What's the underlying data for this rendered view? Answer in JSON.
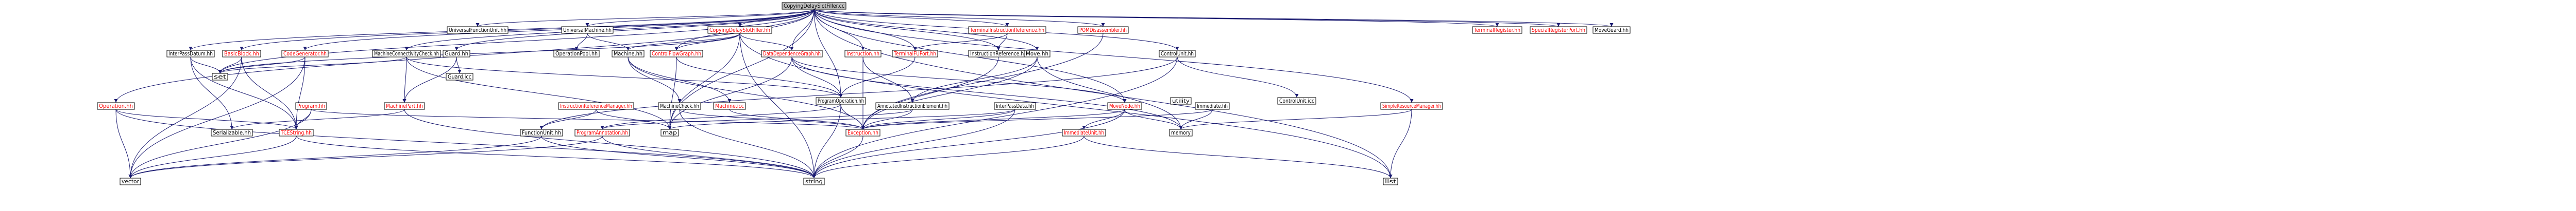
{
  "graph": {
    "root": "CopyingDelaySlotFiller.cc",
    "colors": {
      "root_fill": "#bfbfbf",
      "node_fill": "#ffffff",
      "node_stroke": "#000000",
      "linked_text": "#ff0000",
      "edge": "#191970"
    },
    "nodes": [
      {
        "id": "copyingdelayslotfiller-cc",
        "label": "CopyingDelaySlotFiller.cc",
        "kind": "root"
      },
      {
        "id": "universalfunctionunit-hh",
        "label": "UniversalFunctionUnit.hh",
        "kind": "plain"
      },
      {
        "id": "universalmachine-hh",
        "label": "UniversalMachine.hh",
        "kind": "plain"
      },
      {
        "id": "copyingdelayslotfiller-hh",
        "label": "CopyingDelaySlotFiller.hh",
        "kind": "linked"
      },
      {
        "id": "terminalinstructionreference-hh",
        "label": "TerminalInstructionReference.hh",
        "kind": "linked"
      },
      {
        "id": "pomdisassembler-hh",
        "label": "POMDisassembler.hh",
        "kind": "linked"
      },
      {
        "id": "terminalregister-hh",
        "label": "TerminalRegister.hh",
        "kind": "linked"
      },
      {
        "id": "specialregisterport-hh",
        "label": "SpecialRegisterPort.hh",
        "kind": "linked"
      },
      {
        "id": "moveguard-hh",
        "label": "MoveGuard.hh",
        "kind": "plain"
      },
      {
        "id": "interpassdatum-hh",
        "label": "InterPassDatum.hh",
        "kind": "plain"
      },
      {
        "id": "basicblock-hh",
        "label": "BasicBlock.hh",
        "kind": "linked"
      },
      {
        "id": "codegenerator-hh",
        "label": "CodeGenerator.hh",
        "kind": "linked"
      },
      {
        "id": "machineconnectivitycheck-hh",
        "label": "MachineConnectivityCheck.hh",
        "kind": "plain"
      },
      {
        "id": "guard-hh",
        "label": "Guard.hh",
        "kind": "plain"
      },
      {
        "id": "operationpool-hh",
        "label": "OperationPool.hh",
        "kind": "plain"
      },
      {
        "id": "machine-hh",
        "label": "Machine.hh",
        "kind": "plain"
      },
      {
        "id": "controlflowgraph-hh",
        "label": "ControlFlowGraph.hh",
        "kind": "linked"
      },
      {
        "id": "datadependencegraph-hh",
        "label": "DataDependenceGraph.hh",
        "kind": "linked"
      },
      {
        "id": "terminalfuport-hh",
        "label": "TerminalFUPort.hh",
        "kind": "linked"
      },
      {
        "id": "instruction-hh",
        "label": "Instruction.hh",
        "kind": "linked"
      },
      {
        "id": "instructionreference-hh",
        "label": "InstructionReference.hh",
        "kind": "plain"
      },
      {
        "id": "move-hh",
        "label": "Move.hh",
        "kind": "plain"
      },
      {
        "id": "controlunit-hh",
        "label": "ControlUnit.hh",
        "kind": "plain"
      },
      {
        "id": "operation-hh",
        "label": "Operation.hh",
        "kind": "linked"
      },
      {
        "id": "set",
        "label": "set",
        "kind": "plain"
      },
      {
        "id": "program-hh",
        "label": "Program.hh",
        "kind": "linked"
      },
      {
        "id": "machinepart-hh",
        "label": "MachinePart.hh",
        "kind": "linked"
      },
      {
        "id": "guard-icc",
        "label": "Guard.icc",
        "kind": "plain"
      },
      {
        "id": "instructionreferencemanager-hh",
        "label": "InstructionReferenceManager.hh",
        "kind": "linked"
      },
      {
        "id": "machinecheck-hh",
        "label": "MachineCheck.hh",
        "kind": "plain"
      },
      {
        "id": "machine-icc",
        "label": "Machine.icc",
        "kind": "linked"
      },
      {
        "id": "programoperation-hh",
        "label": "ProgramOperation.hh",
        "kind": "plain"
      },
      {
        "id": "annotatedinstructionelement-hh",
        "label": "AnnotatedInstructionElement.hh",
        "kind": "plain"
      },
      {
        "id": "interpassdata-hh",
        "label": "InterPassData.hh",
        "kind": "plain"
      },
      {
        "id": "movenode-hh",
        "label": "MoveNode.hh",
        "kind": "linked"
      },
      {
        "id": "utility",
        "label": "utility",
        "kind": "plain"
      },
      {
        "id": "immediate-hh",
        "label": "Immediate.hh",
        "kind": "plain"
      },
      {
        "id": "controlunit-icc",
        "label": "ControlUnit.icc",
        "kind": "plain"
      },
      {
        "id": "simpleresourcemanager-hh",
        "label": "SimpleResourceManager.hh",
        "kind": "linked"
      },
      {
        "id": "serializable-hh",
        "label": "Serializable.hh",
        "kind": "plain"
      },
      {
        "id": "tcestring-hh",
        "label": "TCEString.hh",
        "kind": "linked"
      },
      {
        "id": "functionunit-hh",
        "label": "FunctionUnit.hh",
        "kind": "plain"
      },
      {
        "id": "programannotation-hh",
        "label": "ProgramAnnotation.hh",
        "kind": "linked"
      },
      {
        "id": "map",
        "label": "map",
        "kind": "plain"
      },
      {
        "id": "exception-hh",
        "label": "Exception.hh",
        "kind": "linked"
      },
      {
        "id": "immediateunit-hh",
        "label": "ImmediateUnit.hh",
        "kind": "linked"
      },
      {
        "id": "memory",
        "label": "memory",
        "kind": "plain"
      },
      {
        "id": "list",
        "label": "list",
        "kind": "plain"
      },
      {
        "id": "vector",
        "label": "vector",
        "kind": "plain"
      },
      {
        "id": "string",
        "label": "string",
        "kind": "plain"
      }
    ],
    "edges": [
      [
        "copyingdelayslotfiller-cc",
        "universalfunctionunit-hh"
      ],
      [
        "copyingdelayslotfiller-cc",
        "universalmachine-hh"
      ],
      [
        "copyingdelayslotfiller-cc",
        "copyingdelayslotfiller-hh"
      ],
      [
        "copyingdelayslotfiller-cc",
        "terminalinstructionreference-hh"
      ],
      [
        "copyingdelayslotfiller-cc",
        "pomdisassembler-hh"
      ],
      [
        "copyingdelayslotfiller-cc",
        "terminalregister-hh"
      ],
      [
        "copyingdelayslotfiller-cc",
        "specialregisterport-hh"
      ],
      [
        "copyingdelayslotfiller-cc",
        "moveguard-hh"
      ],
      [
        "copyingdelayslotfiller-cc",
        "interpassdatum-hh"
      ],
      [
        "copyingdelayslotfiller-cc",
        "basicblock-hh"
      ],
      [
        "copyingdelayslotfiller-cc",
        "codegenerator-hh"
      ],
      [
        "copyingdelayslotfiller-cc",
        "machineconnectivitycheck-hh"
      ],
      [
        "copyingdelayslotfiller-cc",
        "guard-hh"
      ],
      [
        "copyingdelayslotfiller-cc",
        "controlflowgraph-hh"
      ],
      [
        "copyingdelayslotfiller-cc",
        "datadependencegraph-hh"
      ],
      [
        "copyingdelayslotfiller-cc",
        "terminalfuport-hh"
      ],
      [
        "copyingdelayslotfiller-cc",
        "instruction-hh"
      ],
      [
        "copyingdelayslotfiller-cc",
        "instructionreference-hh"
      ],
      [
        "copyingdelayslotfiller-cc",
        "move-hh"
      ],
      [
        "copyingdelayslotfiller-cc",
        "controlunit-hh"
      ],
      [
        "copyingdelayslotfiller-cc",
        "operation-hh"
      ],
      [
        "copyingdelayslotfiller-cc",
        "simpleresourcemanager-hh"
      ],
      [
        "copyingdelayslotfiller-cc",
        "programoperation-hh"
      ],
      [
        "copyingdelayslotfiller-cc",
        "movenode-hh"
      ],
      [
        "copyingdelayslotfiller-cc",
        "set"
      ],
      [
        "copyingdelayslotfiller-cc",
        "list"
      ],
      [
        "copyingdelayslotfiller-cc",
        "map"
      ],
      [
        "universalmachine-hh",
        "operationpool-hh"
      ],
      [
        "universalmachine-hh",
        "machine-hh"
      ],
      [
        "copyingdelayslotfiller-hh",
        "controlflowgraph-hh"
      ],
      [
        "copyingdelayslotfiller-hh",
        "datadependencegraph-hh"
      ],
      [
        "copyingdelayslotfiller-hh",
        "machine-hh"
      ],
      [
        "copyingdelayslotfiller-hh",
        "map"
      ],
      [
        "copyingdelayslotfiller-hh",
        "list"
      ],
      [
        "copyingdelayslotfiller-hh",
        "set"
      ],
      [
        "copyingdelayslotfiller-hh",
        "string"
      ],
      [
        "terminalinstructionreference-hh",
        "terminalfuport-hh"
      ],
      [
        "terminalinstructionreference-hh",
        "instructionreference-hh"
      ],
      [
        "pomdisassembler-hh",
        "exception-hh"
      ],
      [
        "interpassdatum-hh",
        "set"
      ],
      [
        "interpassdatum-hh",
        "serializable-hh"
      ],
      [
        "interpassdatum-hh",
        "tcestring-hh"
      ],
      [
        "basicblock-hh",
        "set"
      ],
      [
        "basicblock-hh",
        "tcestring-hh"
      ],
      [
        "basicblock-hh",
        "vector"
      ],
      [
        "codegenerator-hh",
        "set"
      ],
      [
        "codegenerator-hh",
        "tcestring-hh"
      ],
      [
        "codegenerator-hh",
        "vector"
      ],
      [
        "machineconnectivitycheck-hh",
        "set"
      ],
      [
        "machineconnectivitycheck-hh",
        "machinepart-hh"
      ],
      [
        "machineconnectivitycheck-hh",
        "programoperation-hh"
      ],
      [
        "machineconnectivitycheck-hh",
        "map"
      ],
      [
        "guard-hh",
        "guard-icc"
      ],
      [
        "guard-hh",
        "machinepart-hh"
      ],
      [
        "machine-hh",
        "machinecheck-hh"
      ],
      [
        "machine-hh",
        "machine-icc"
      ],
      [
        "machine-hh",
        "exception-hh"
      ],
      [
        "controlflowgraph-hh",
        "programoperation-hh"
      ],
      [
        "controlflowgraph-hh",
        "map"
      ],
      [
        "datadependencegraph-hh",
        "programoperation-hh"
      ],
      [
        "datadependencegraph-hh",
        "movenode-hh"
      ],
      [
        "datadependencegraph-hh",
        "map"
      ],
      [
        "datadependencegraph-hh",
        "memory"
      ],
      [
        "terminalfuport-hh",
        "programoperation-hh"
      ],
      [
        "instruction-hh",
        "annotatedinstructionelement-hh"
      ],
      [
        "instruction-hh",
        "exception-hh"
      ],
      [
        "instructionreference-hh",
        "exception-hh"
      ],
      [
        "move-hh",
        "annotatedinstructionelement-hh"
      ],
      [
        "move-hh",
        "exception-hh"
      ],
      [
        "move-hh",
        "memory"
      ],
      [
        "controlunit-hh",
        "controlunit-icc"
      ],
      [
        "controlunit-hh",
        "functionunit-hh"
      ],
      [
        "controlunit-hh",
        "string"
      ],
      [
        "operation-hh",
        "tcestring-hh"
      ],
      [
        "operation-hh",
        "vector"
      ],
      [
        "operation-hh",
        "string"
      ],
      [
        "program-hh",
        "tcestring-hh"
      ],
      [
        "program-hh",
        "vector"
      ],
      [
        "program-hh",
        "exception-hh"
      ],
      [
        "machinepart-hh",
        "serializable-hh"
      ],
      [
        "machinepart-hh",
        "string"
      ],
      [
        "instructionreferencemanager-hh",
        "functionunit-hh"
      ],
      [
        "instructionreferencemanager-hh",
        "map"
      ],
      [
        "machinecheck-hh",
        "exception-hh"
      ],
      [
        "machinecheck-hh",
        "string"
      ],
      [
        "machine-icc",
        "exception-hh"
      ],
      [
        "programoperation-hh",
        "programannotation-hh"
      ],
      [
        "programoperation-hh",
        "exception-hh"
      ],
      [
        "programoperation-hh",
        "string"
      ],
      [
        "annotatedinstructionelement-hh",
        "programannotation-hh"
      ],
      [
        "annotatedinstructionelement-hh",
        "exception-hh"
      ],
      [
        "interpassdata-hh",
        "exception-hh"
      ],
      [
        "interpassdata-hh",
        "map"
      ],
      [
        "interpassdata-hh",
        "string"
      ],
      [
        "movenode-hh",
        "exception-hh"
      ],
      [
        "movenode-hh",
        "immediateunit-hh"
      ],
      [
        "movenode-hh",
        "memory"
      ],
      [
        "movenode-hh",
        "string"
      ],
      [
        "immediate-hh",
        "exception-hh"
      ],
      [
        "immediate-hh",
        "memory"
      ],
      [
        "simpleresourcemanager-hh",
        "memory"
      ],
      [
        "simpleresourcemanager-hh",
        "list"
      ],
      [
        "tcestring-hh",
        "vector"
      ],
      [
        "tcestring-hh",
        "string"
      ],
      [
        "functionunit-hh",
        "vector"
      ],
      [
        "functionunit-hh",
        "string"
      ],
      [
        "programannotation-hh",
        "vector"
      ],
      [
        "programannotation-hh",
        "string"
      ],
      [
        "exception-hh",
        "string"
      ],
      [
        "immediateunit-hh",
        "string"
      ],
      [
        "immediateunit-hh",
        "list"
      ]
    ]
  }
}
